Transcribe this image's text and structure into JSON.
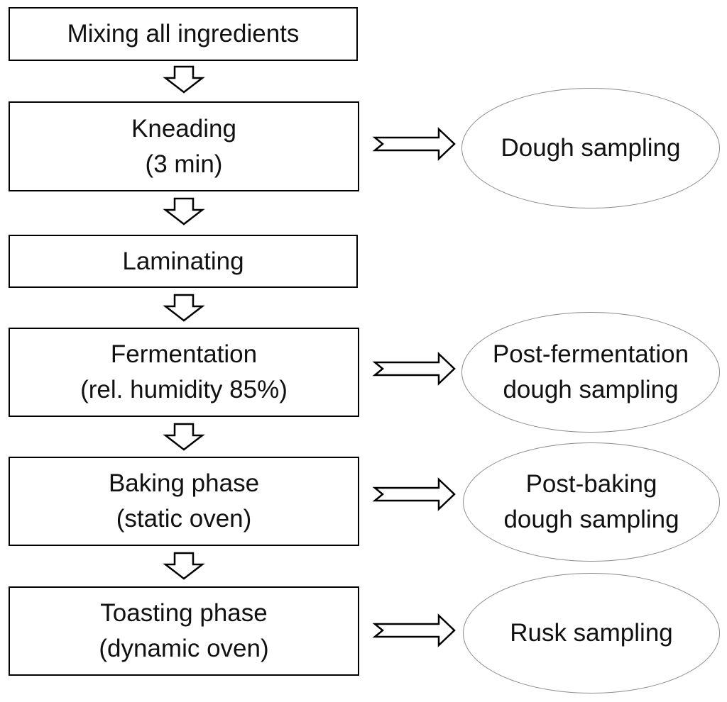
{
  "steps": [
    {
      "lines": [
        "Mixing all ingredients"
      ]
    },
    {
      "lines": [
        "Kneading",
        "(3 min)"
      ]
    },
    {
      "lines": [
        "Laminating"
      ]
    },
    {
      "lines": [
        "Fermentation",
        "(rel. humidity 85%)"
      ]
    },
    {
      "lines": [
        "Baking phase",
        "(static oven)"
      ]
    },
    {
      "lines": [
        "Toasting phase",
        "(dynamic oven)"
      ]
    }
  ],
  "samplings": [
    {
      "lines": [
        "Dough sampling"
      ]
    },
    {
      "lines": [
        "Post-fermentation",
        "dough sampling"
      ]
    },
    {
      "lines": [
        "Post-baking",
        "dough sampling"
      ]
    },
    {
      "lines": [
        "Rusk sampling"
      ]
    }
  ]
}
